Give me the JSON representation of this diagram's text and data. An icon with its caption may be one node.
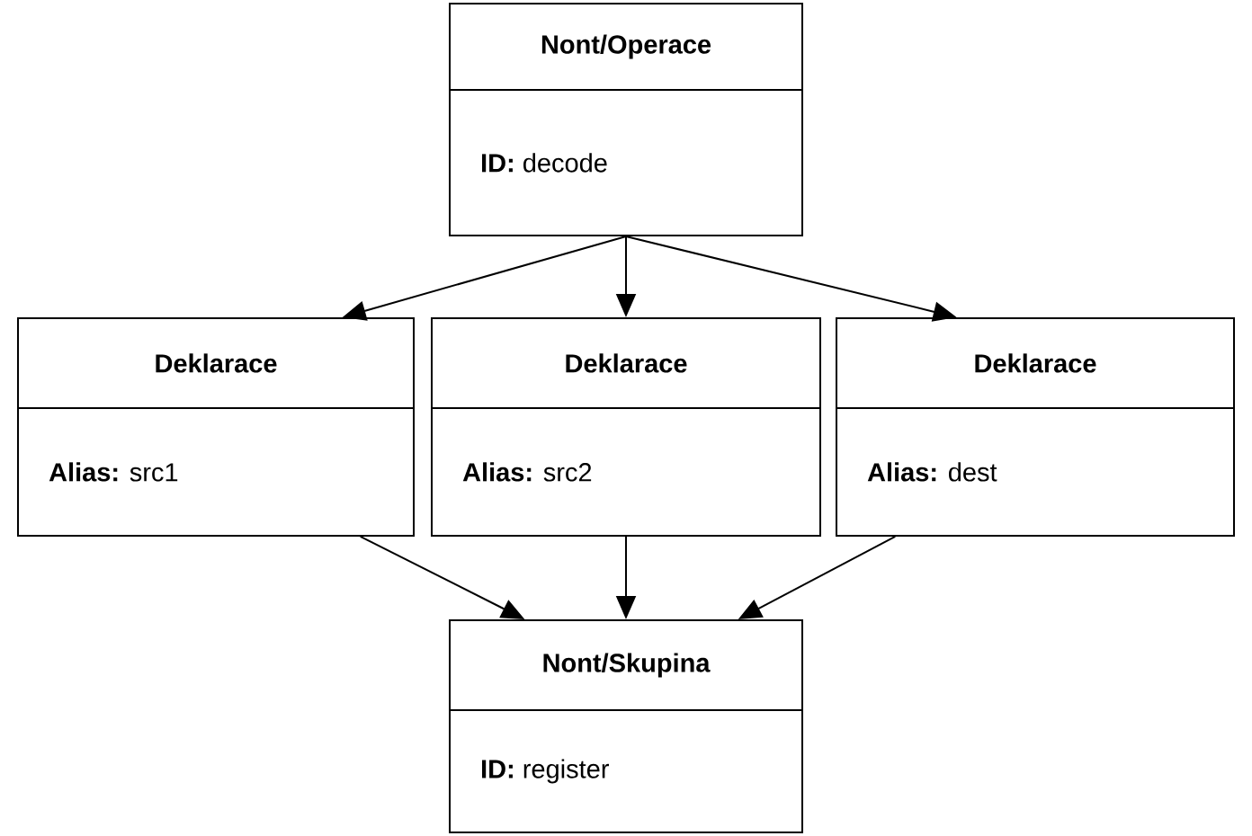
{
  "diagram": {
    "nodes": [
      {
        "text": [
          "Nont/Operace",
          "**ID:** decode"
        ]
      },
      {
        "text": [
          "Deklarace",
          "**Alias:** src1"
        ]
      },
      {
        "text": [
          "Deklarace",
          "**Alias:** src2"
        ]
      },
      {
        "text": [
          "Deklarace",
          "**Alias:** dest"
        ]
      },
      {
        "text": [
          "Nont/Skupina",
          "**ID:** register"
        ]
      }
    ],
    "edges": [
      {
        "from": 0,
        "to": 1,
        "arrow": "to"
      },
      {
        "from": 0,
        "to": 2,
        "arrow": "to"
      },
      {
        "from": 0,
        "to": 3,
        "arrow": "to"
      },
      {
        "from": 1,
        "to": 4,
        "arrow": "to"
      },
      {
        "from": 2,
        "to": 4,
        "arrow": "to"
      },
      {
        "from": 3,
        "to": 4,
        "arrow": "to"
      }
    ]
  }
}
